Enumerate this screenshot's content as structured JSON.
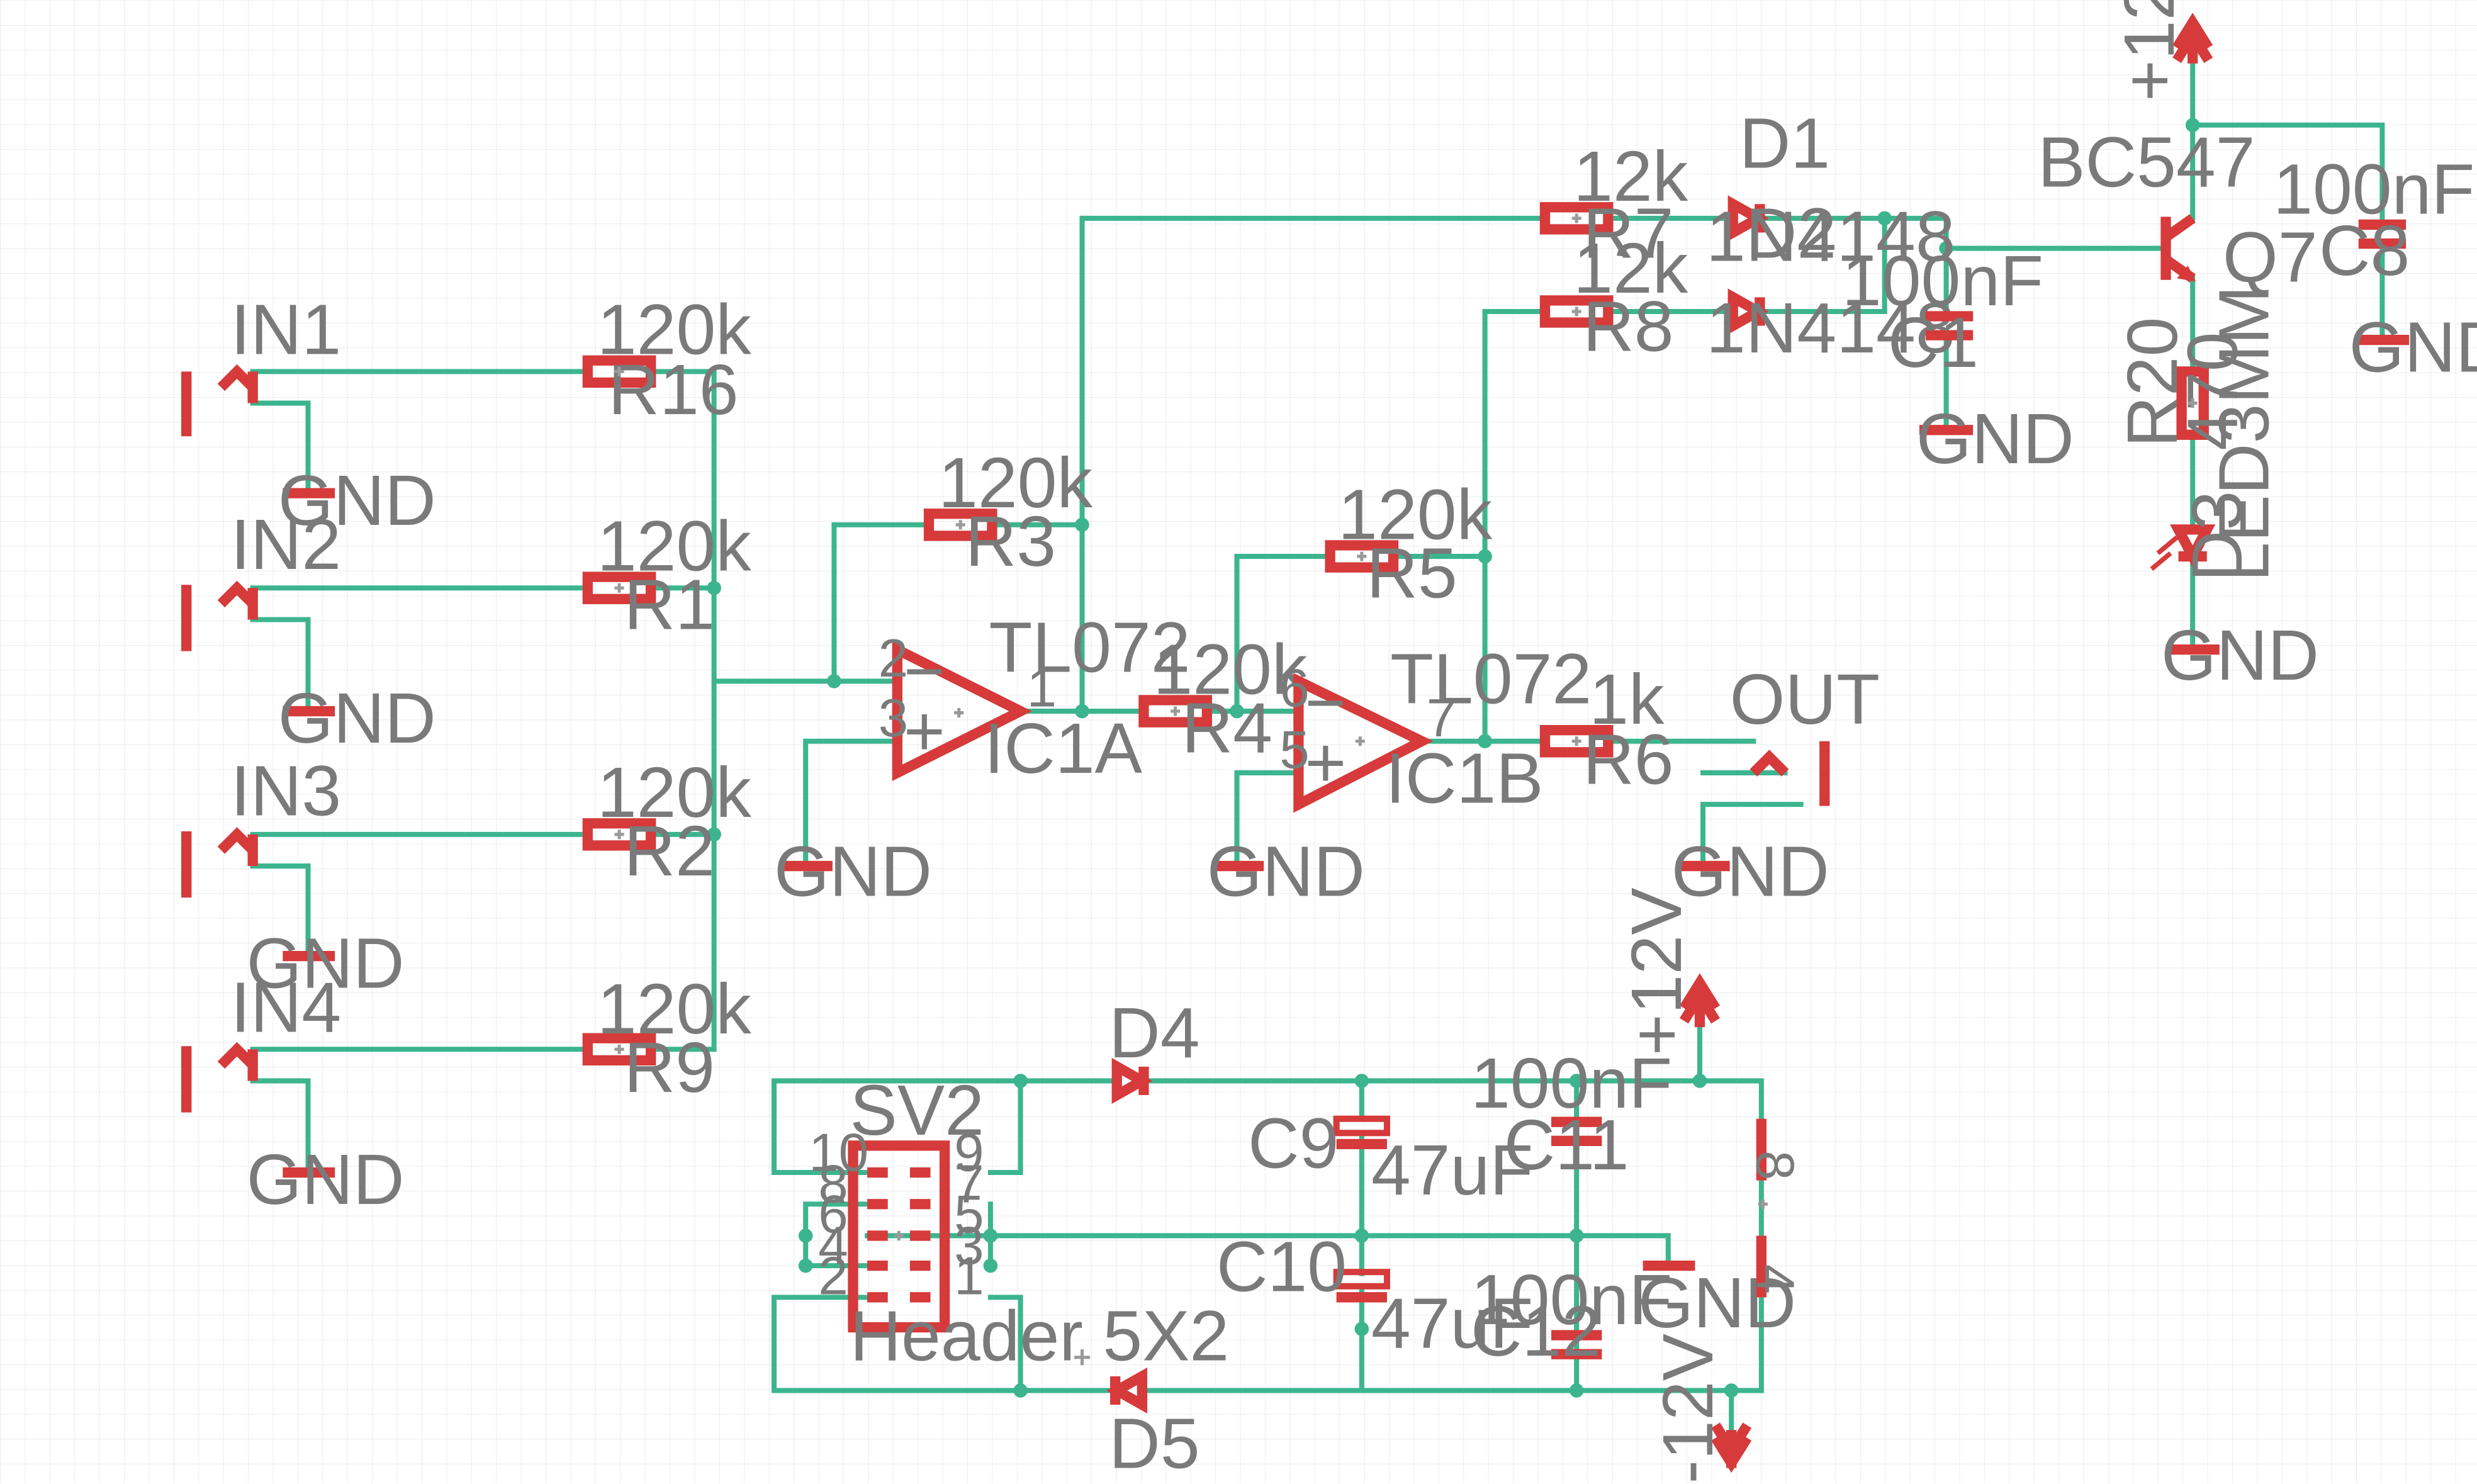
{
  "colors": {
    "wire": "#3cb58e",
    "symbol": "#d63a3a",
    "label": "#7a7a7a",
    "grid": "#ececec",
    "background": "#ffffff"
  },
  "labels": {
    "in1": "IN1",
    "in2": "IN2",
    "in3": "IN3",
    "in4": "IN4",
    "out": "OUT",
    "gnd": "GND",
    "vcc": "+12V",
    "vee": "-12V",
    "r16_name": "R16",
    "r16_value": "120k",
    "r1_name": "R1",
    "r1_value": "120k",
    "r2_name": "R2",
    "r2_value": "120k",
    "r9_name": "R9",
    "r9_value": "120k",
    "r3_name": "R3",
    "r3_value": "120k",
    "r4_name": "R4",
    "r4_value": "120k",
    "r5_name": "R5",
    "r5_value": "120k",
    "r6_name": "R6",
    "r6_value": "1k",
    "r7_name": "R7",
    "r7_value": "12k",
    "r8_name": "R8",
    "r8_value": "12k",
    "r20_name": "R20",
    "r20_value": "470",
    "ic1a_name": "IC1A",
    "ic1a_value": "TL072",
    "ic1b_name": "IC1B",
    "ic1b_value": "TL072",
    "d1_name": "D1",
    "d1_value": "1N4148",
    "d2_name": "D2",
    "d2_value": "1N4148",
    "d3_name": "D3",
    "d3_value": "LED3MM",
    "d4_name": "D4",
    "d5_name": "D5",
    "c1_name": "C1",
    "c1_value": "100nF",
    "c8_name": "C8",
    "c8_value": "100nF",
    "c9_name": "C9",
    "c9_value": "47uF",
    "c10_name": "C10",
    "c10_value": "47uF",
    "c11_name": "C11",
    "c11_value": "100nF",
    "c12_name": "C12",
    "c12_value": "100nF",
    "q7_name": "Q7",
    "q7_value": "BC547",
    "sv2_name": "SV2",
    "sv2_value": "Header 5X2"
  },
  "pins": {
    "ic1a_inv": "2",
    "ic1a_noninv": "3",
    "ic1a_out": "1",
    "ic1b_inv": "6",
    "ic1b_noninv": "5",
    "ic1b_out": "7",
    "pwr_v": "8",
    "pwr_g": "4",
    "h10": "10",
    "h9": "9",
    "h8": "8",
    "h7": "7",
    "h6": "6",
    "h5": "5",
    "h4": "4",
    "h3": "3",
    "h2": "2",
    "h1": "1"
  },
  "opamp_signs": {
    "minus": "−",
    "plus": "+"
  }
}
